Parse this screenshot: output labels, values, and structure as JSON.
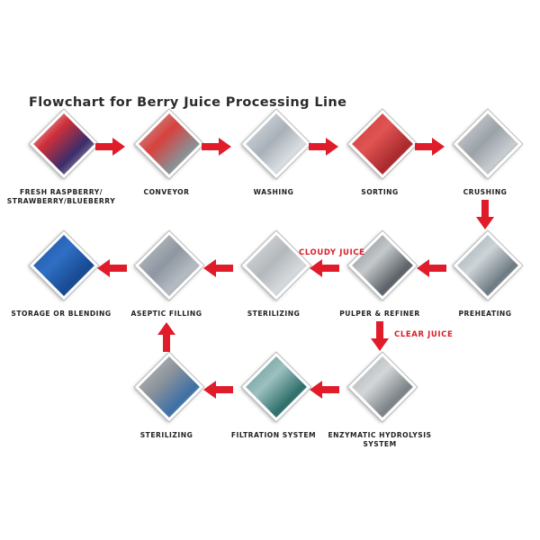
{
  "title": "Flowchart for Berry Juice Processing Line",
  "colors": {
    "arrow": "#e01b2a",
    "annotation": "#d6202a",
    "text": "#222222"
  },
  "nodes": [
    {
      "label_lines": [
        "FRESH RASPBERRY/",
        "STRAWBERRY/BLUEBERRY"
      ],
      "bg": "linear-gradient(135deg,#f4f0ee 0%,#cf2f3a 35%,#3b2d6b 65%,#e9e3e0 100%)"
    },
    {
      "label_lines": [
        "CONVEYOR"
      ],
      "bg": "linear-gradient(135deg,#b9b9b9 0%,#d8413d 40%,#8a8f93 70%,#cfd2d4 100%)"
    },
    {
      "label_lines": [
        "WASHING"
      ],
      "bg": "linear-gradient(135deg,#e6e8ea 0%,#a8b0b8 45%,#d9dde0 70%,#8d949b 100%)"
    },
    {
      "label_lines": [
        "SORTING"
      ],
      "bg": "linear-gradient(135deg,#c8383a 0%,#e05452 40%,#a92a2e 70%,#d66a5e 100%)"
    },
    {
      "label_lines": [
        "CRUSHING"
      ],
      "bg": "linear-gradient(135deg,#dfe2e4 0%,#9aa1a7 45%,#c7ccd0 70%,#70777e 100%)"
    },
    {
      "label_lines": [
        "PREHEATING"
      ],
      "bg": "linear-gradient(135deg,#8ea0a8 0%,#cdd4d8 40%,#6f7b82 70%,#b8c1c6 100%)"
    },
    {
      "label_lines": [
        "PULPER & REFINER"
      ],
      "bg": "linear-gradient(135deg,#7c8288 0%,#c4c8cb 40%,#5c6268 70%,#a9aeb2 100%)"
    },
    {
      "label_lines": [
        "STERILIZING"
      ],
      "bg": "linear-gradient(135deg,#e5e6e7 0%,#b3b8bc 45%,#d6d9db 70%,#969ca1 100%)"
    },
    {
      "label_lines": [
        "ASEPTIC FILLING"
      ],
      "bg": "linear-gradient(135deg,#c9cdd2 0%,#8e96a0 45%,#b5bcc3 70%,#6e7782 100%)"
    },
    {
      "label_lines": [
        "STORAGE OR BLENDING"
      ],
      "bg": "linear-gradient(135deg,#1b4f9c 0%,#2f6fc4 40%,#174a91 70%,#3b7cd1 100%)"
    },
    {
      "label_lines": [
        "ENZYMATIC HYDROLYSIS",
        "SYSTEM"
      ],
      "bg": "linear-gradient(135deg,#9ea3a7 0%,#d3d6d8 40%,#7c8286 70%,#bfc3c6 100%)"
    },
    {
      "label_lines": [
        "FILTRATION SYSTEM"
      ],
      "bg": "linear-gradient(135deg,#5a8c8a 0%,#9cc0bf 40%,#2f6f6c 70%,#8fb3b0 100%)"
    },
    {
      "label_lines": [
        "STERILIZING"
      ],
      "bg": "linear-gradient(135deg,#c4c8cc 0%,#8c939a 40%,#3e70a6 70%,#aab0b6 100%)"
    }
  ],
  "annotations": {
    "cloudy": "CLOUDY JUICE",
    "clear": "CLEAR JUICE"
  }
}
